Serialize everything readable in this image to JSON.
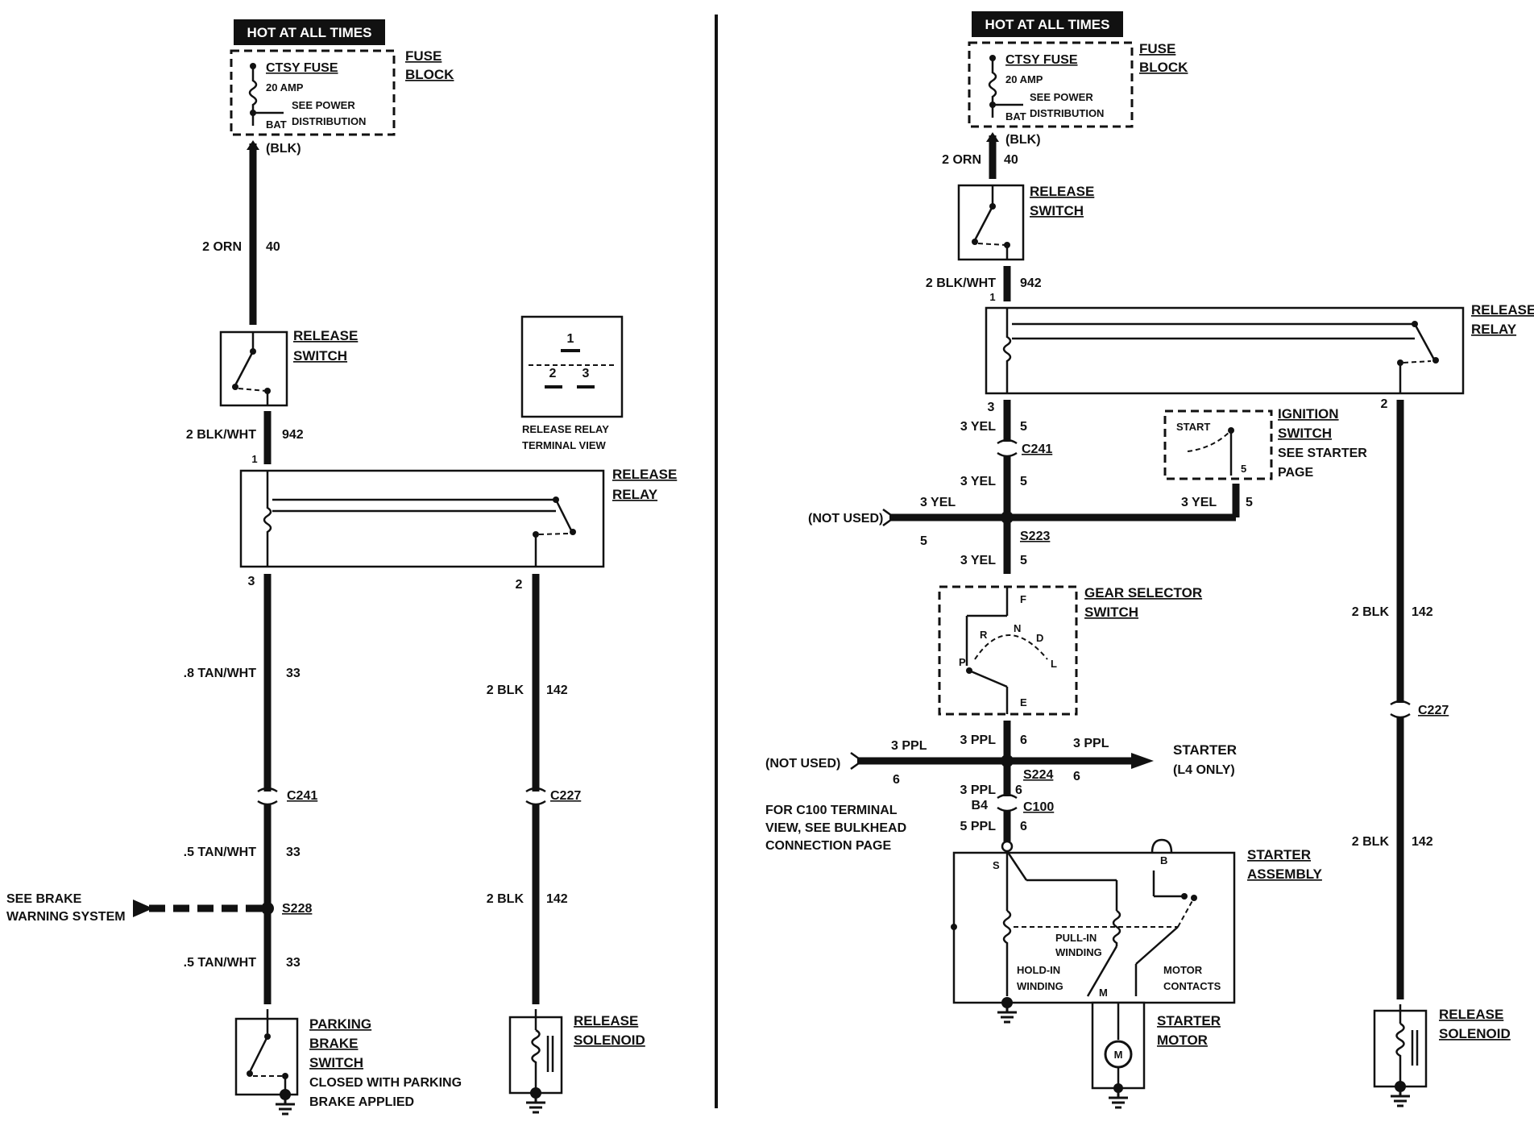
{
  "left": {
    "hot": "HOT AT ALL TIMES",
    "fuse": {
      "name": "CTSY FUSE",
      "amp": "20 AMP",
      "see1": "SEE POWER",
      "bat": "BAT",
      "see2": "DISTRIBUTION",
      "block1": "FUSE",
      "block2": "BLOCK",
      "blk": "(BLK)"
    },
    "w1": {
      "gauge": "2 ORN",
      "circuit": "40"
    },
    "rsw": {
      "l1": "RELEASE",
      "l2": "SWITCH"
    },
    "w2": {
      "gauge": "2 BLK/WHT",
      "circuit": "942"
    },
    "relay": {
      "l1": "RELEASE",
      "l2": "RELAY",
      "pin1": "1",
      "pin3": "3",
      "pin2": "2"
    },
    "tview": {
      "p1": "1",
      "p2": "2",
      "p3": "3",
      "l1": "RELEASE RELAY",
      "l2": "TERMINAL VIEW"
    },
    "w3": {
      "gauge": ".8 TAN/WHT",
      "circuit": "33"
    },
    "c241": "C241",
    "w4": {
      "gauge": ".5 TAN/WHT",
      "circuit": "33"
    },
    "brake": {
      "l1": "SEE BRAKE",
      "l2": "WARNING SYSTEM"
    },
    "s228": "S228",
    "w5": {
      "gauge": ".5 TAN/WHT",
      "circuit": "33"
    },
    "pbs": {
      "l1": "PARKING",
      "l2": "BRAKE",
      "l3": "SWITCH",
      "l4": "CLOSED WITH PARKING",
      "l5": "BRAKE APPLIED"
    },
    "w6": {
      "gauge": "2 BLK",
      "circuit": "142"
    },
    "c227": "C227",
    "w7": {
      "gauge": "2 BLK",
      "circuit": "142"
    },
    "sol": {
      "l1": "RELEASE",
      "l2": "SOLENOID"
    }
  },
  "right": {
    "hot": "HOT AT ALL TIMES",
    "fuse": {
      "name": "CTSY FUSE",
      "amp": "20 AMP",
      "see1": "SEE POWER",
      "bat": "BAT",
      "see2": "DISTRIBUTION",
      "block1": "FUSE",
      "block2": "BLOCK",
      "blk": "(BLK)"
    },
    "w1": {
      "gauge": "2 ORN",
      "circuit": "40"
    },
    "rsw": {
      "l1": "RELEASE",
      "l2": "SWITCH"
    },
    "w2": {
      "gauge": "2 BLK/WHT",
      "circuit": "942",
      "pin": "1"
    },
    "relay": {
      "l1": "RELEASE",
      "l2": "RELAY",
      "pin3": "3",
      "pin2": "2"
    },
    "w3": {
      "gauge": "3 YEL",
      "circuit": "5"
    },
    "c241": "C241",
    "w4": {
      "gauge": "3 YEL",
      "circuit": "5"
    },
    "notused1": "(NOT USED)",
    "nu1_g": "3 YEL",
    "nu1_c": "5",
    "s223": "S223",
    "ign_g": "3 YEL",
    "ign_c": "5",
    "ign": {
      "start": "START",
      "pin": "5",
      "l1": "IGNITION",
      "l2": "SWITCH",
      "l3": "SEE STARTER",
      "l4": "PAGE"
    },
    "w5": {
      "gauge": "3 YEL",
      "circuit": "5"
    },
    "gear": {
      "l1": "GEAR SELECTOR",
      "l2": "SWITCH",
      "F": "F",
      "R": "R",
      "N": "N",
      "D": "D",
      "P": "P",
      "L": "L",
      "E": "E"
    },
    "w6": {
      "gauge": "3 PPL",
      "circuit": "6"
    },
    "notused2": "(NOT USED)",
    "nu2_g": "3 PPL",
    "nu2_c": "6",
    "st_g": "3 PPL",
    "st_c": "6",
    "starter_arrow": {
      "l1": "STARTER",
      "l2": "(L4 ONLY)"
    },
    "s224": "S224",
    "w7": {
      "gauge": "3 PPL",
      "circuit": "6"
    },
    "b4": "B4",
    "c100": "C100",
    "w8": {
      "gauge": "5 PPL",
      "circuit": "6"
    },
    "c100note": {
      "l1": "FOR C100 TERMINAL",
      "l2": "VIEW, SEE BULKHEAD",
      "l3": "CONNECTION PAGE"
    },
    "sa": {
      "l1": "STARTER",
      "l2": "ASSEMBLY",
      "S": "S",
      "B": "B",
      "M": "M",
      "pull1": "PULL-IN",
      "pull2": "WINDING",
      "hold1": "HOLD-IN",
      "hold2": "WINDING",
      "mc1": "MOTOR",
      "mc2": "CONTACTS"
    },
    "sm": {
      "l1": "STARTER",
      "l2": "MOTOR",
      "M": "M"
    },
    "w9": {
      "gauge": "2 BLK",
      "circuit": "142"
    },
    "c227": "C227",
    "w10": {
      "gauge": "2 BLK",
      "circuit": "142"
    },
    "sol": {
      "l1": "RELEASE",
      "l2": "SOLENOID"
    }
  }
}
